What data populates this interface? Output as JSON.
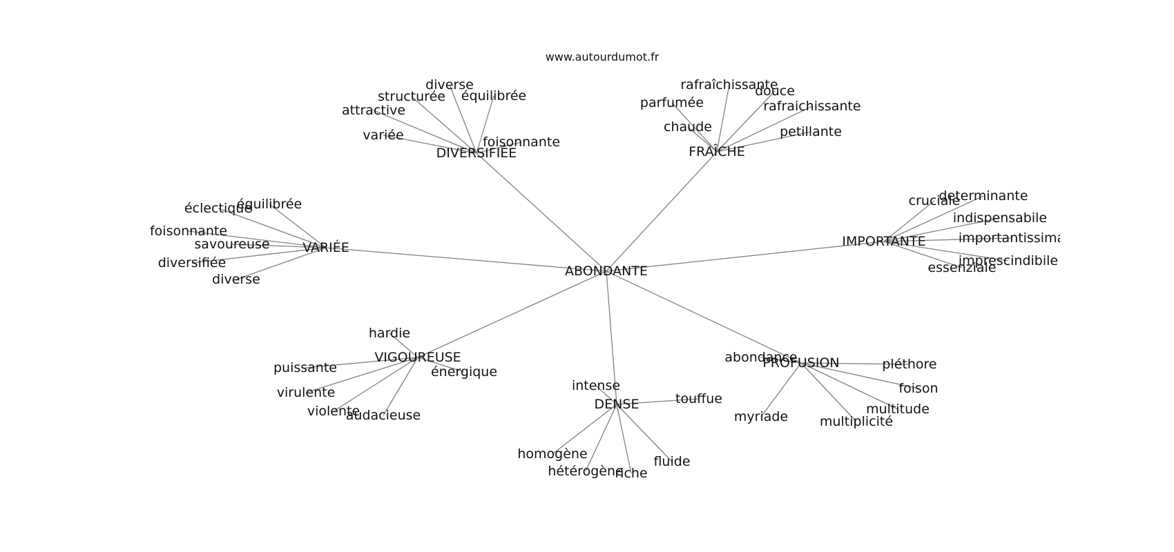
{
  "site": "www.autourdumot.fr",
  "root": "ABONDANTE",
  "groups": [
    {
      "hub": "DIVERSIFIÉE",
      "words": [
        "diverse",
        "structurée",
        "équilibrée",
        "attractive",
        "variée",
        "foisonnante"
      ]
    },
    {
      "hub": "FRAÎCHE",
      "words": [
        "rafraîchissante",
        "douce",
        "parfumée",
        "rafraichissante",
        "chaude",
        "petillante"
      ]
    },
    {
      "hub": "VARIÉE",
      "words": [
        "équilibrée",
        "éclectique",
        "foisonnante",
        "savoureuse",
        "diversifiée",
        "diverse"
      ]
    },
    {
      "hub": "IMPORTANTE",
      "words": [
        "determinante",
        "cruciale",
        "indispensabile",
        "importantissima",
        "imprescindibile",
        "essenziale"
      ]
    },
    {
      "hub": "VIGOUREUSE",
      "words": [
        "hardie",
        "puissante",
        "énergique",
        "virulente",
        "violente",
        "audacieuse"
      ]
    },
    {
      "hub": "PROFUSION",
      "words": [
        "abondance",
        "pléthore",
        "foison",
        "multitude",
        "myriade",
        "multiplicité"
      ]
    },
    {
      "hub": "DENSE",
      "words": [
        "intense",
        "touffue",
        "homogène",
        "fluide",
        "hétérogène",
        "riche"
      ]
    }
  ]
}
